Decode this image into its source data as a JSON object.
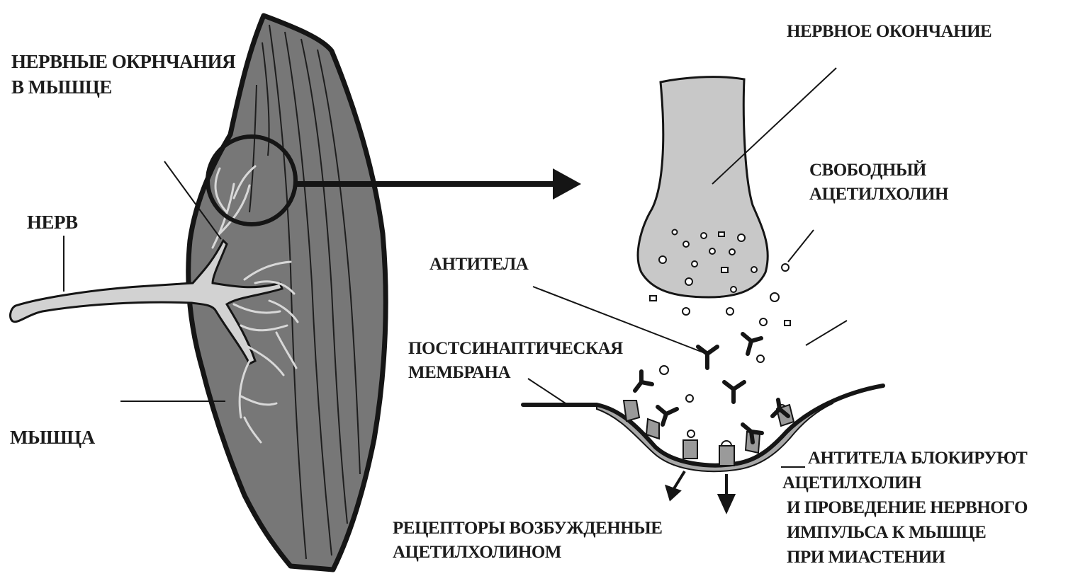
{
  "labels": {
    "nerve_endings_in_muscle": [
      "НЕРВНЫЕ ОКРНЧАНИЯ",
      "В МЫШЦЕ"
    ],
    "nerve": "НЕРВ",
    "muscle": "МЫШЦА",
    "nerve_ending": "НЕРВНОЕ ОКОНЧАНИЕ",
    "free_acetylcholine": [
      "СВОБОДНЫЙ",
      "АЦЕТИЛХОЛИН"
    ],
    "antibodies": "АНТИТЕЛА",
    "postsynaptic_membrane": [
      "ПОСТСИНАПТИЧЕСКАЯ",
      "МЕМБРАНА"
    ],
    "receptors_excited": [
      "РЕЦЕПТОРЫ ВОЗБУЖДЕННЫЕ",
      "АЦЕТИЛХОЛИНОМ"
    ],
    "antibodies_block": [
      "АНТИТЕЛА БЛОКИРУЮТ",
      "АЦЕТИЛХОЛИН",
      "И ПРОВЕДЕНИЕ НЕРВНОГО",
      "ИМПУЛЬСА К МЫШЦЕ",
      "ПРИ МИАСТЕНИИ"
    ]
  },
  "colors": {
    "muscle_fill": "#777777",
    "nerve_fill": "#d2d2d2",
    "terminal_fill": "#c8c8c8",
    "membrane_fill": "#a8a8a8",
    "receptor_fill": "#9a9a9a",
    "outline": "#151515"
  }
}
